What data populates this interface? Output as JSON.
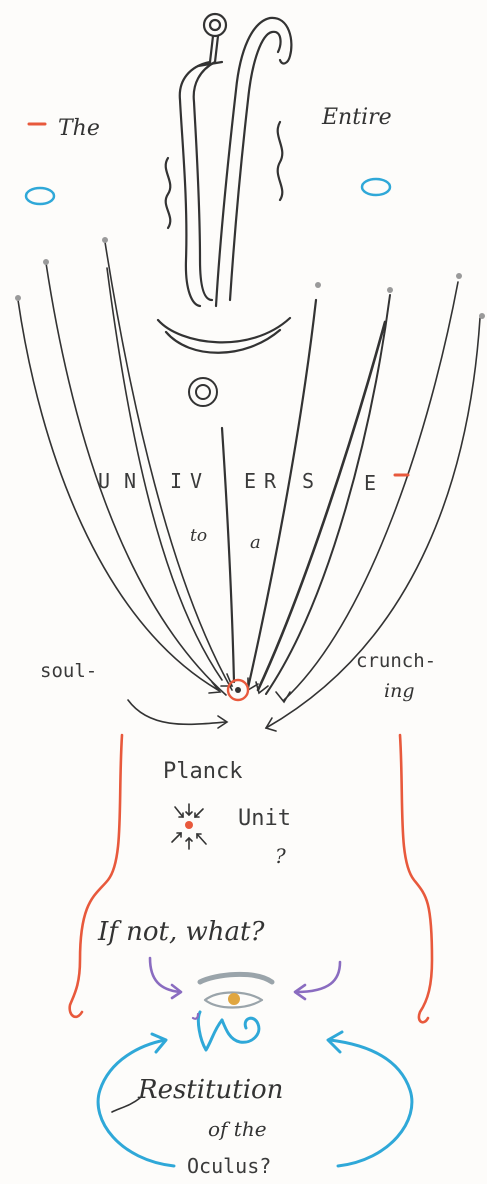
{
  "drawing": {
    "texts": {
      "the": "The",
      "entire": "Entire",
      "u": "U",
      "n": "N",
      "i": "I",
      "v": "V",
      "e1": "E",
      "r": "R",
      "s": "S",
      "e2": "E",
      "to": "to",
      "a": "a",
      "soul": "soul-",
      "crunch": "crunch-",
      "ing": "ing",
      "planck": "Planck",
      "unit": "Unit",
      "question1": "?",
      "if_not_what": "If not, what?",
      "restitution": "Restitution",
      "of_the": "of the",
      "oculus": "Oculus?"
    },
    "colors": {
      "ink": "#333333",
      "red": "#e8593c",
      "cyan": "#2fa8d8",
      "purple": "#8a6cc0",
      "gray_dot": "#9a9a9a",
      "eye_amber": "#e0a640",
      "eye_gray": "#9aa4aa"
    },
    "icons": {
      "top_figure": "staff-with-hook-icon",
      "target": "concentric-circle-icon",
      "eye": "eye-of-horus-icon"
    }
  }
}
